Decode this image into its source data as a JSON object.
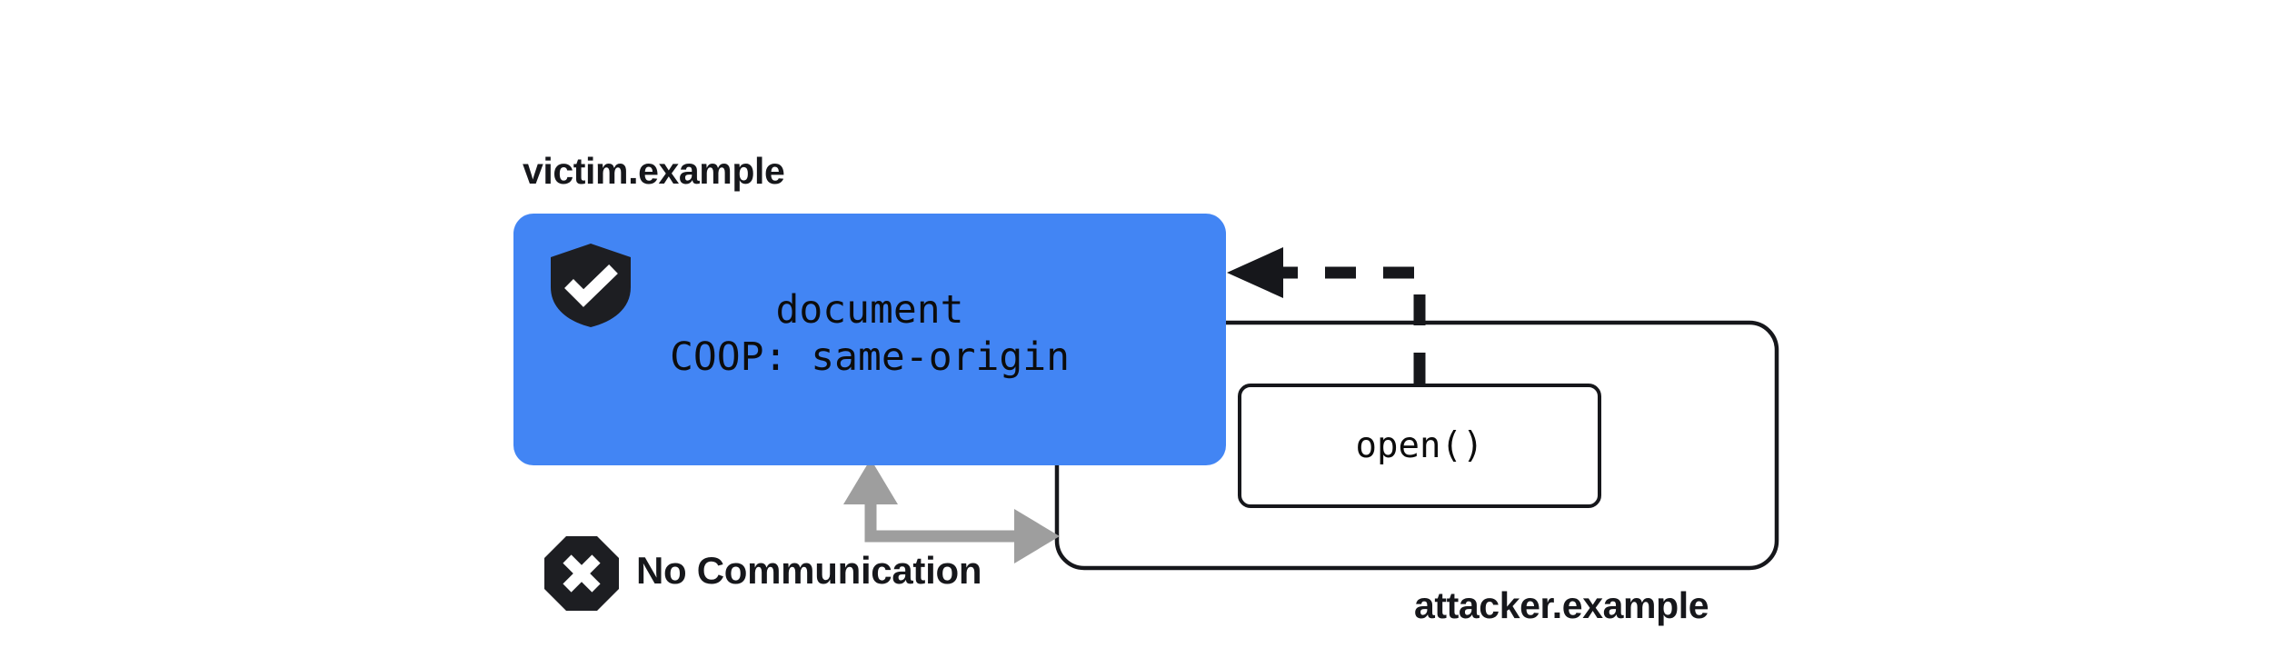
{
  "diagram": {
    "title_context": "COOP same-origin isolation",
    "background_color": "#ffffff",
    "victim": {
      "origin_label": "victim.example",
      "box_color": "#4285f4",
      "icon": "shield-check-icon",
      "lines": [
        "document",
        "COOP: same-origin"
      ],
      "text_color": "#0c0c0c"
    },
    "attacker": {
      "origin_label": "attacker.example",
      "outline_color": "#16171b",
      "call_box_label": "open()"
    },
    "annotations": {
      "no_communication_label": "No Communication",
      "no_communication_icon": "octagon-x-icon",
      "no_communication_arrow_color": "#9e9e9e",
      "open_arrow_color": "#16171b",
      "open_arrow_style": "dashed"
    }
  }
}
